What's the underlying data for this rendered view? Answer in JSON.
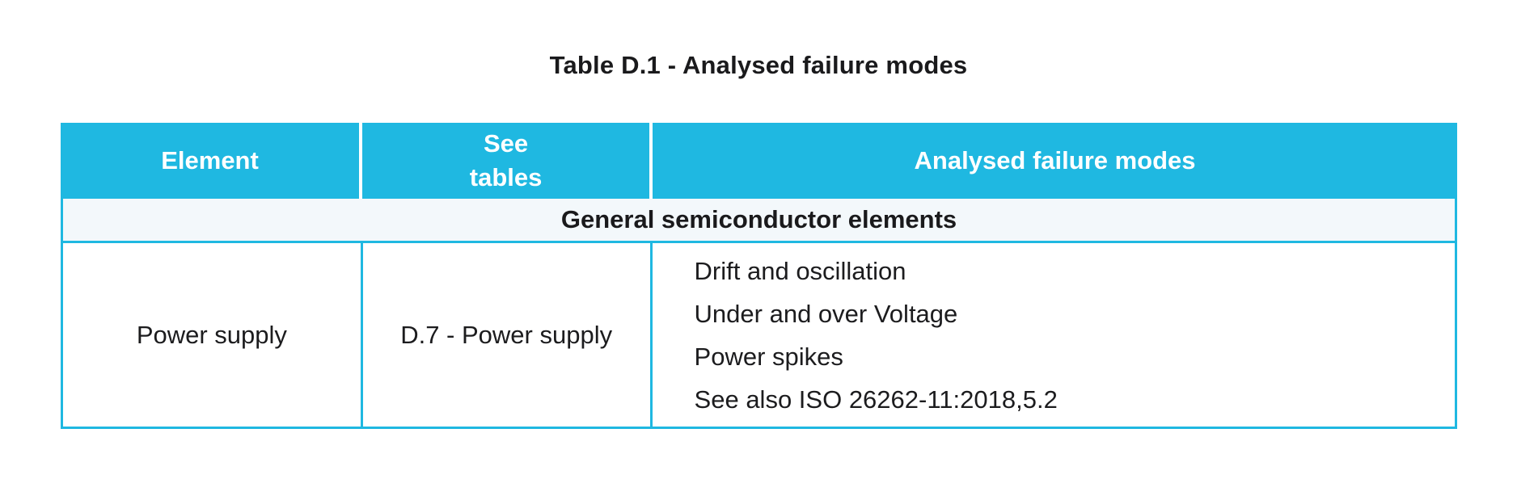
{
  "title": "Table D.1 - Analysed failure modes",
  "colors": {
    "header_bg": "#1FB8E1",
    "section_bg": "#F3F8FB",
    "border": "#1FB8E1",
    "header_text": "#FFFFFF",
    "body_text": "#1C1C1E"
  },
  "table": {
    "columns": [
      {
        "id": "element",
        "lines": [
          "Element"
        ]
      },
      {
        "id": "see-tables",
        "lines": [
          "See",
          "tables"
        ]
      },
      {
        "id": "analysed-failure-modes",
        "lines": [
          "Analysed failure modes"
        ]
      }
    ],
    "section_header": "General semiconductor elements",
    "rows": [
      {
        "element": "Power supply",
        "see_tables": "D.7 - Power supply",
        "failure_modes": [
          "Drift and oscillation",
          "Under and over Voltage",
          "Power spikes",
          "See also ISO 26262-11:2018,5.2"
        ]
      }
    ]
  }
}
